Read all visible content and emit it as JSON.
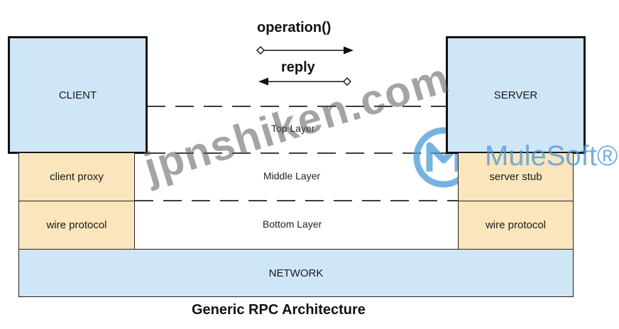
{
  "operation": {
    "label": "operation()"
  },
  "reply": {
    "label": "reply"
  },
  "client": {
    "label": "CLIENT"
  },
  "server": {
    "label": "SERVER"
  },
  "layers": {
    "top": "Top Layer",
    "middle": "Middle Layer",
    "bottom": "Bottom Layer"
  },
  "client_side": {
    "proxy": "client proxy",
    "wire": "wire protocol"
  },
  "server_side": {
    "stub": "server stub",
    "wire": "wire protocol"
  },
  "network": {
    "label": "NETWORK"
  },
  "caption": "Generic RPC Architecture",
  "watermark": {
    "text": "jpnshiken.com"
  },
  "logo": {
    "text": "MuleSoft®"
  },
  "colors": {
    "blue_fill": "#cfe6f7",
    "orange_fill": "#fbe5bd",
    "mulesoft_blue": "#4a9ad8"
  }
}
